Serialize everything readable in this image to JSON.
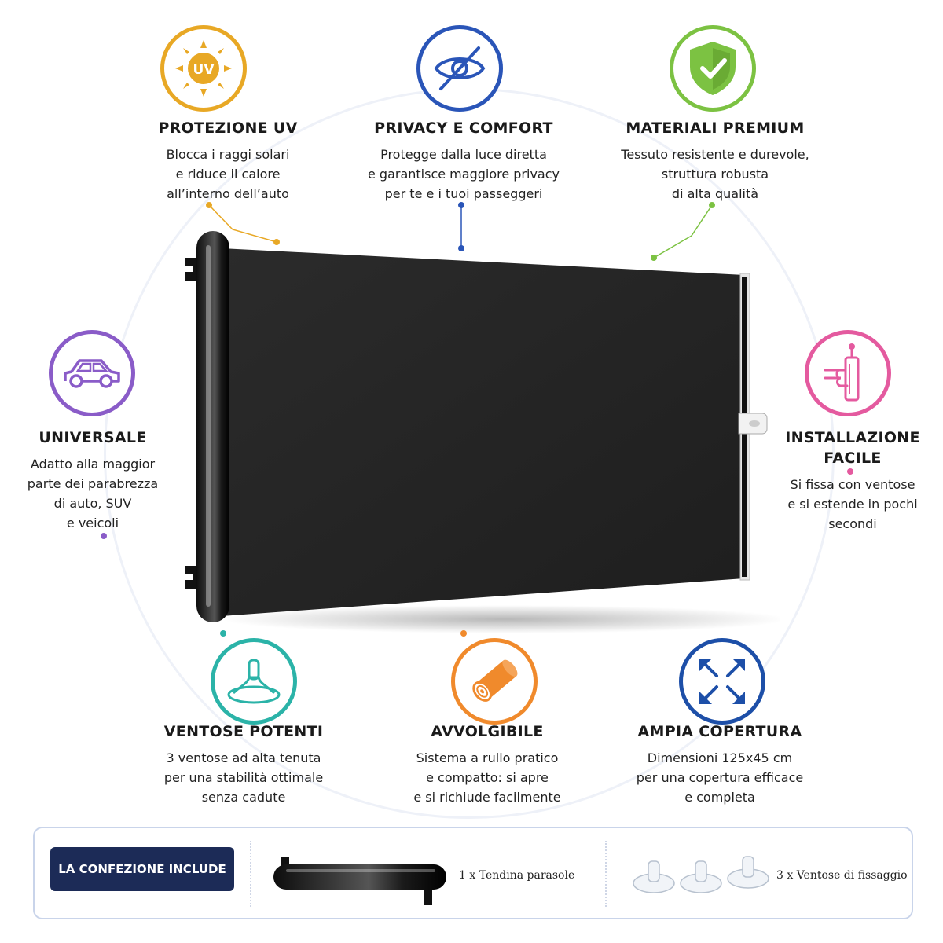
{
  "features": {
    "uv": {
      "title": "PROTEZIONE UV",
      "desc": "Blocca i raggi solari\ne riduce il calore\nall’interno dell’auto",
      "icon": "sun-uv-icon",
      "icon_text": "UV",
      "color": "#e8a825"
    },
    "privacy": {
      "title": "PRIVACY E COMFORT",
      "desc": "Protegge dalla luce diretta\ne garantisce maggiore privacy\nper te e i tuoi passeggeri",
      "icon": "eye-off-icon",
      "color": "#2a55b8"
    },
    "premium": {
      "title": "MATERIALI PREMIUM",
      "desc": "Tessuto resistente e durevole,\nstruttura robusta\ndi alta qualità",
      "icon": "shield-check-icon",
      "color": "#7cc242"
    },
    "universal": {
      "title": "UNIVERSALE",
      "desc": "Adatto alla maggior\nparte dei parabrezza\ndi auto, SUV\ne veicoli",
      "icon": "car-icon",
      "color": "#8a5cc8"
    },
    "install": {
      "title": "INSTALLAZIONE\nFACILE",
      "desc": "Si fissa con ventose\ne si estende in pochi\nsecondi",
      "icon": "hand-pull-icon",
      "color": "#e45a9f"
    },
    "suction": {
      "title": "VENTOSE POTENTI",
      "desc": "3 ventose ad alta tenuta\nper una stabilità ottimale\nsenza cadute",
      "icon": "suction-cup-icon",
      "color": "#2bb3a8"
    },
    "roll": {
      "title": "AVVOLGIBILE",
      "desc": "Sistema a rullo pratico\ne compatto: si apre\ne si richiude facilmente",
      "icon": "roll-icon",
      "color": "#f08a2c"
    },
    "coverage": {
      "title": "AMPIA COPERTURA",
      "desc": "Dimensioni 125x45 cm\nper una copertura efficace\ne completa",
      "icon": "expand-arrows-icon",
      "color": "#1d4fa8"
    }
  },
  "package": {
    "title": "LA CONFEZIONE INCLUDE",
    "item1": "1 x Tendina parasole",
    "item2": "3 x Ventose di fissaggio"
  }
}
